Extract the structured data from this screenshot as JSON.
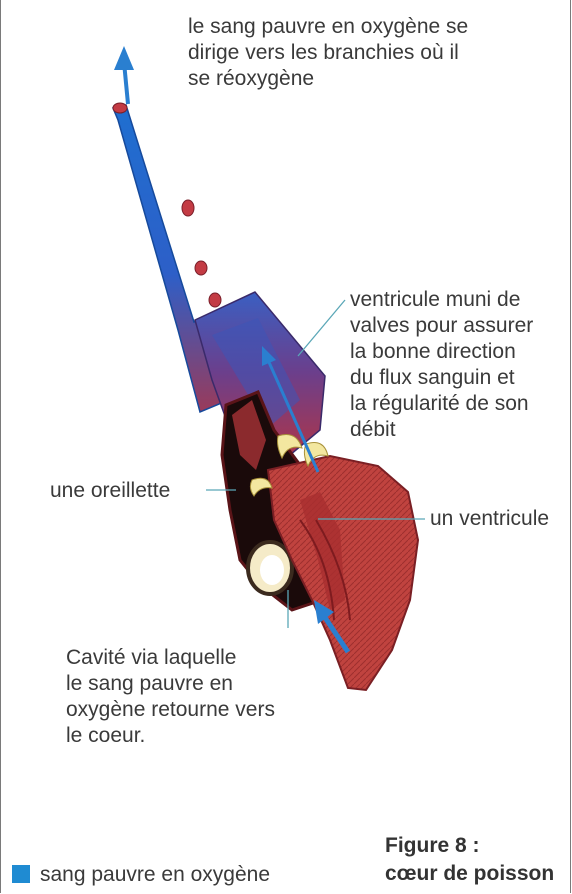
{
  "labels": {
    "top": [
      "le sang pauvre en oxygène se",
      "dirige vers les branchies où il",
      "se réoxygène"
    ],
    "valves": [
      "ventricule muni de",
      "valves pour assurer",
      "la bonne direction",
      "du flux sanguin et",
      "la régularité de son",
      "débit"
    ],
    "oreillette": "une oreillette",
    "ventricule": "un ventricule",
    "cavite": [
      "Cavité via laquelle",
      "le sang pauvre en",
      "oxygène retourne vers",
      "le coeur."
    ]
  },
  "legend": {
    "label": "sang pauvre en oxygène",
    "color": "#1f8bd2"
  },
  "caption": {
    "line1": "Figure 8 :",
    "line2": "cœur de poisson"
  },
  "colors": {
    "blue": "#1f6fd0",
    "red": "#b8343e",
    "dark": "#1a0a0a",
    "yellow": "#f3e7a0",
    "arrow": "#2a7fd0"
  }
}
